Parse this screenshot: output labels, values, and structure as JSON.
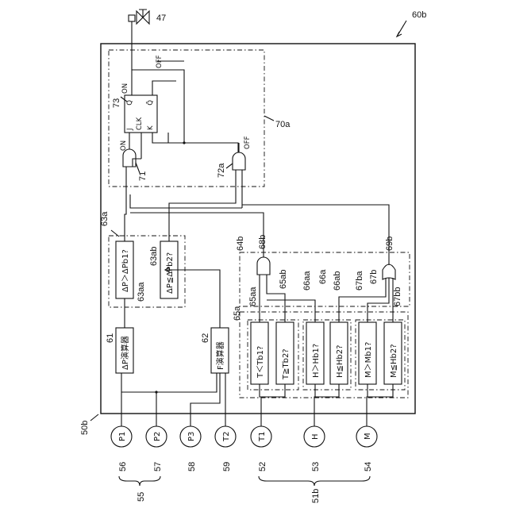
{
  "refs": {
    "r47": "47",
    "r60b": "60b",
    "r70a": "70a",
    "r73": "73",
    "r71": "71",
    "r72a": "72a",
    "r63a": "63a",
    "r63ab": "63ab",
    "r63aa": "63aa",
    "r61": "61",
    "r62": "62",
    "r64b": "64b",
    "r68b": "68b",
    "r69b": "69b",
    "r65aa": "65aa",
    "r65ab": "65ab",
    "r65a": "65a",
    "r66aa": "66aa",
    "r66a": "66a",
    "r66ab": "66ab",
    "r67ba": "67ba",
    "r67b": "67b",
    "r67bb": "67bb",
    "r50b": "50b",
    "r56": "56",
    "r57": "57",
    "r58": "58",
    "r59": "59",
    "r52": "52",
    "r53": "53",
    "r54": "54",
    "r55": "55",
    "r51b": "51b"
  },
  "flipflop": {
    "q": "Q",
    "qbar": "Q̄",
    "j": "J",
    "clk": "CLK",
    "k": "K",
    "on": "ON",
    "off": "OFF"
  },
  "gates": {
    "on": "ON",
    "off": "OFF"
  },
  "blocks": {
    "cond_63aa": "ΔP＞ΔPb1?",
    "cond_63ab": "ΔP≦ΔPb2?",
    "calc_61": "ΔP演算器",
    "calc_62": "F演算器",
    "cond_65aa": "T＜Tb1?",
    "cond_65ab": "T≧Tb2?",
    "cond_66aa": "H＞Hb1?",
    "cond_66ab": "H≦Hb2?",
    "cond_67ba": "M＞Mb1?",
    "cond_67bb": "M≦Hb2?"
  },
  "sensors": {
    "p1": "P1",
    "p2": "P2",
    "p3": "P3",
    "t2": "T2",
    "t1": "T1",
    "h": "H",
    "m": "M"
  }
}
